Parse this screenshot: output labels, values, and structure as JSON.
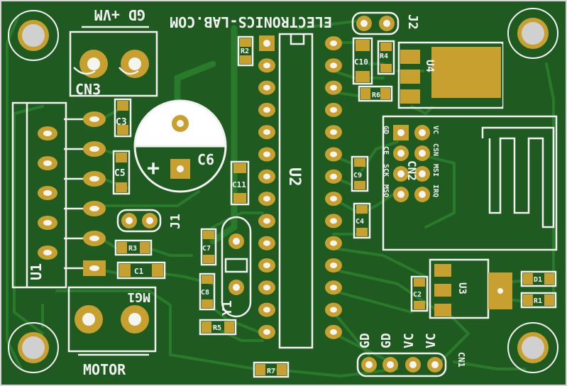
{
  "board": {
    "site_label": "ELECTRONICS-LAB.COM"
  },
  "labels": {
    "cn3": "CN3",
    "cn3_pins": "GD +VM",
    "motor": "MOTOR",
    "mg1": "MG1",
    "u1": "U1",
    "u2": "U2",
    "u3": "U3",
    "u4": "U4",
    "j1": "J1",
    "j2": "J2",
    "y1": "Y1",
    "c1": "C1",
    "c2": "C2",
    "c3": "C3",
    "c4": "C4",
    "c5": "C5",
    "c6": "C6",
    "c7": "C7",
    "c8": "C8",
    "c9": "C9",
    "c10": "C10",
    "c11": "C11",
    "r1": "R1",
    "r2": "R2",
    "r3": "R3",
    "r4": "R4",
    "r5": "R5",
    "r6": "R6",
    "r7": "R7",
    "d1": "D1",
    "cn2": "CN2",
    "cn2_pins": [
      "GD",
      "VC",
      "CE",
      "CSN",
      "SCK",
      "MSI",
      "MSO",
      "IRQ"
    ],
    "cn1": "CN1",
    "cn1_pins": [
      "GD",
      "GD",
      "VC",
      "VC"
    ],
    "plus": "+"
  },
  "colors": {
    "board": "#1f5a20",
    "trace": "#2a7a2c",
    "pad": "#c8a030",
    "silk": "#f2f2f2"
  }
}
